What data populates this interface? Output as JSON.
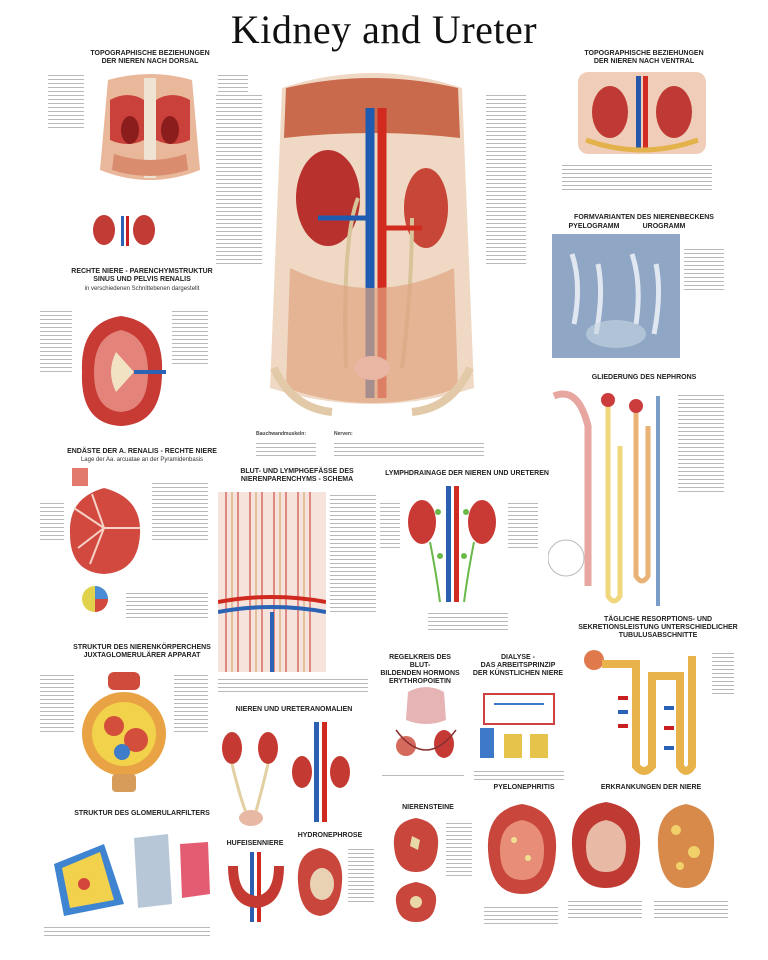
{
  "title": "Kidney and Ureter",
  "sections": {
    "topo_dorsal": {
      "line1": "TOPOGRAPHISCHE BEZIEHUNGEN",
      "line2": "DER NIEREN NACH DORSAL"
    },
    "topo_ventral": {
      "line1": "TOPOGRAPHISCHE BEZIEHUNGEN",
      "line2": "DER NIEREN NACH VENTRAL"
    },
    "formvarianten": {
      "line1": "FORMVARIANTEN DES NIERENBECKENS",
      "left": "PYELOGRAMM",
      "right": "UROGRAMM"
    },
    "nephron": {
      "line1": "GLIEDERUNG DES NEPHRONS"
    },
    "rechte_niere": {
      "line1": "RECHTE NIERE - PARENCHYMSTRUKTUR",
      "line2": "SINUS UND PELVIS RENALIS",
      "sub": "in verschiedenen Schnittebenen dargestellt"
    },
    "endaeste": {
      "line1": "ENDÄSTE DER A. RENALIS - RECHTE NIERE",
      "sub": "Lage der Aa. arcuatae an der Pyramidenbasis"
    },
    "struktur_nierenk": {
      "line1": "STRUKTUR DES NIERENKÖRPERCHENS",
      "line2": "JUXTAGLOMERULÄRER APPARAT"
    },
    "glomerulo": {
      "line1": "STRUKTUR DES GLOMERULARFILTERS"
    },
    "blut_lymph": {
      "line1": "BLUT- UND LYMPHGEFÄSSE DES",
      "line2": "NIERENPARENCHYMS - SCHEMA"
    },
    "lymphdrainage": {
      "line1": "LYMPHDRAINAGE DER NIEREN UND URETEREN"
    },
    "regelkreis": {
      "line1": "REGELKREIS DES BLUT-",
      "line2": "BILDENDEN HORMONS",
      "line3": "ERYTHROPOIETIN"
    },
    "dialyse": {
      "line1": "DIALYSE -",
      "line2": "DAS ARBEITSPRINZIP",
      "line3": "DER KÜNSTLICHEN NIERE"
    },
    "resorption": {
      "line1": "TÄGLICHE RESORPTIONS- UND",
      "line2": "SEKRETIONSLEISTUNG UNTERSCHIEDLICHER",
      "line3": "TUBULUSABSCHNITTE"
    },
    "anomalien": {
      "line1": "NIEREN UND URETERANOMALIEN"
    },
    "hufeisen": {
      "line1": "HUFEISENNIERE"
    },
    "hydro": {
      "line1": "HYDRONEPHROSE"
    },
    "nierensteine": {
      "line1": "NIERENSTEINE"
    },
    "pyelo": {
      "line1": "PYELONEPHRITIS"
    },
    "erkrankungen": {
      "line1": "ERKRANKUNGEN DER NIERE"
    }
  },
  "legend_main": {
    "col1": "Bauchwandmuskeln:",
    "col2": "Nerven:"
  },
  "icons": [
    "kidney-illustration",
    "abdomen-illustration",
    "nephron-diagram",
    "xray-image"
  ]
}
